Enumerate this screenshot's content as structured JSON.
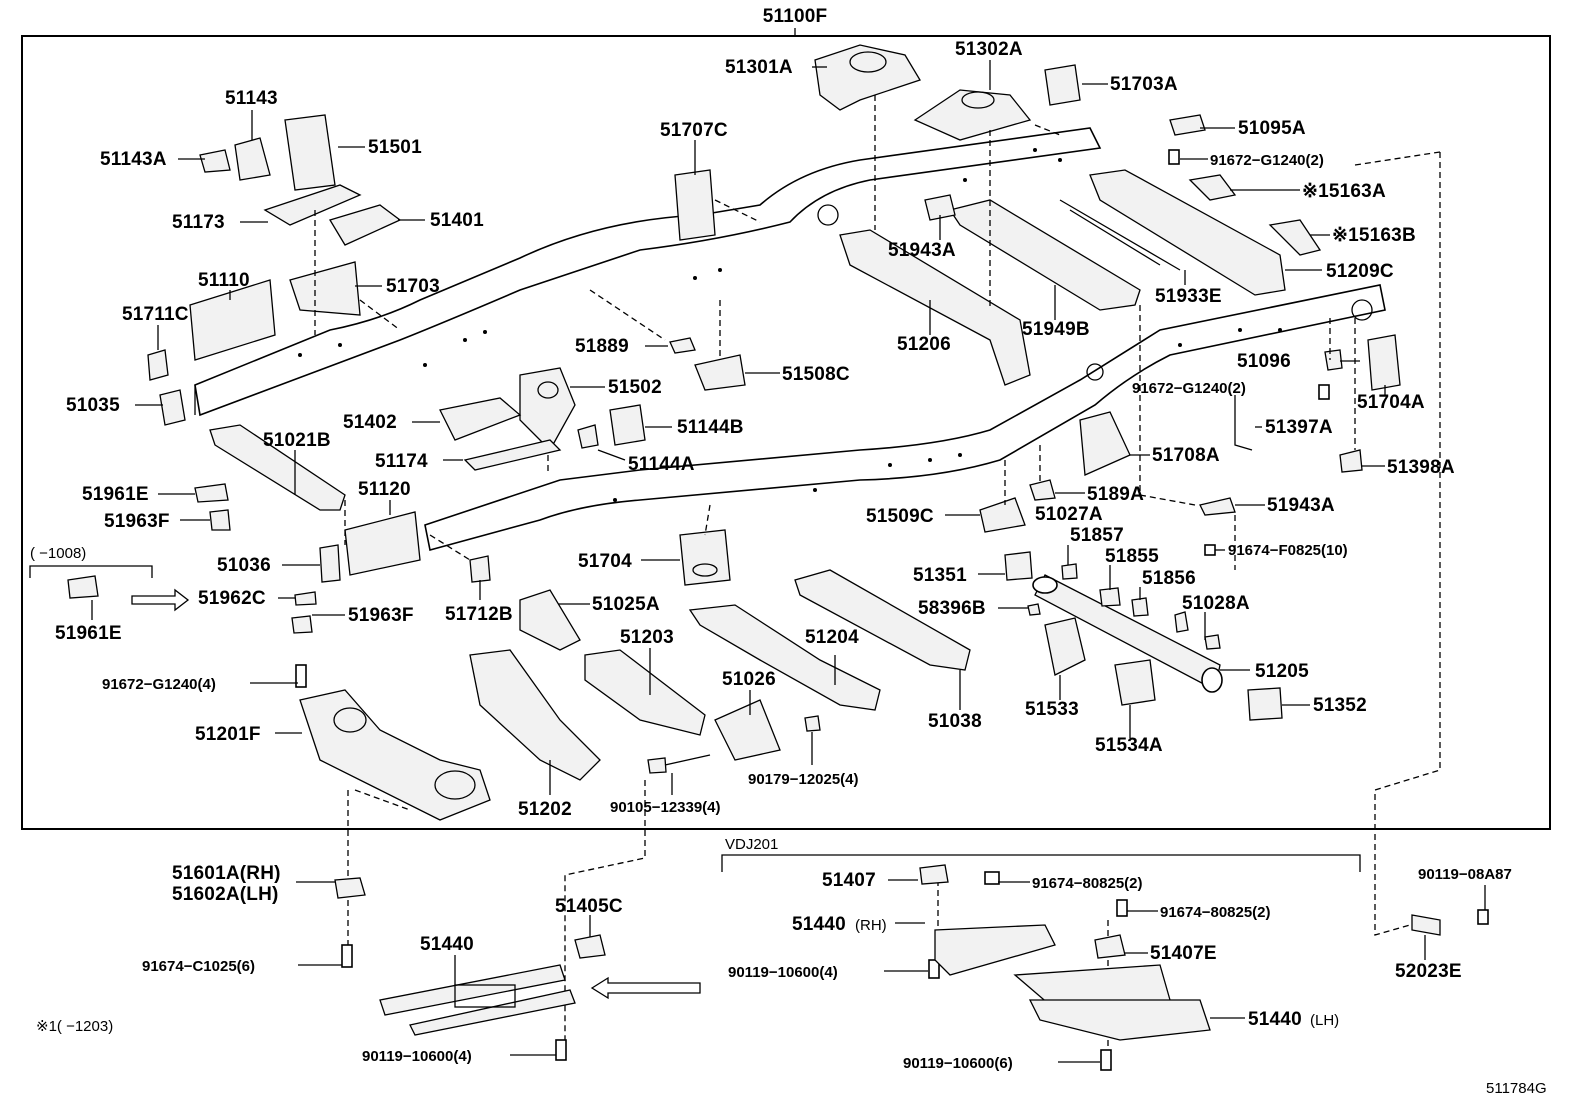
{
  "title": "51100F",
  "figure_code": "511784G",
  "variant_box_label": "VDJ201",
  "note_left_range": "( −1008)",
  "footnote": "※1( −1203)",
  "labels": {
    "l51301A": "51301A",
    "l51302A": "51302A",
    "l51703A": "51703A",
    "l51095A": "51095A",
    "l91672_G1240_2a": "91672−G1240(2)",
    "l51163A": "※15163A",
    "l51163B": "※15163B",
    "l51209C": "51209C",
    "l51933E": "51933E",
    "l51143": "51143",
    "l51143A": "51143A",
    "l51501": "51501",
    "l51173": "51173",
    "l51401": "51401",
    "l51707C": "51707C",
    "l51943A_top": "51943A",
    "l51703": "51703",
    "l51110": "51110",
    "l51711C": "51711C",
    "l51206": "51206",
    "l51949B": "51949B",
    "l51889": "51889",
    "l51508C": "51508C",
    "l51096": "51096",
    "l91672_G1240_2b": "91672−G1240(2)",
    "l51704A": "51704A",
    "l51035": "51035",
    "l51502": "51502",
    "l51402": "51402",
    "l51144B": "51144B",
    "l51397A": "51397A",
    "l51021B": "51021B",
    "l51174": "51174",
    "l51144A": "51144A",
    "l51708A": "51708A",
    "l51398A": "51398A",
    "l51961E_a": "51961E",
    "l51120": "51120",
    "l5189A": "5189A",
    "l51943A_right": "51943A",
    "l51963F_a": "51963F",
    "l51509C": "51509C",
    "l51027A": "51027A",
    "l51857": "51857",
    "l91674_F0825_10": "91674−F0825(10)",
    "l51036": "51036",
    "l51704": "51704",
    "l51855": "51855",
    "l51351": "51351",
    "l51856": "51856",
    "l51962C": "51962C",
    "l51025A": "51025A",
    "l58396B": "58396B",
    "l51028A": "51028A",
    "l51961E_b": "51961E",
    "l51963F_b": "51963F",
    "l51712B": "51712B",
    "l51203": "51203",
    "l51204": "51204",
    "l51205": "51205",
    "l91672_G1240_4": "91672−G1240(4)",
    "l51026": "51026",
    "l51533": "51533",
    "l51352": "51352",
    "l51038": "51038",
    "l51201F": "51201F",
    "l51534A": "51534A",
    "l90179_12025_4": "90179−12025(4)",
    "l51202": "51202",
    "l90105_12339_4": "90105−12339(4)",
    "l51601A": "51601A(RH)",
    "l51602A": "51602A(LH)",
    "l51407": "51407",
    "l91674_80825_2a": "91674−80825(2)",
    "l90119_08A87": "90119−08A87",
    "l51405C": "51405C",
    "l51440_rh": "51440",
    "l51440_rh_suffix": "(RH)",
    "l91674_80825_2b": "91674−80825(2)",
    "l91674_C1025_6": "91674−C1025(6)",
    "l51440_c": "51440",
    "l51407E": "51407E",
    "l90119_10600_4a": "90119−10600(4)",
    "l52023E": "52023E",
    "l51440_lh": "51440",
    "l51440_lh_suffix": "(LH)",
    "l90119_10600_4b": "90119−10600(4)",
    "l90119_10600_6": "90119−10600(6)"
  }
}
